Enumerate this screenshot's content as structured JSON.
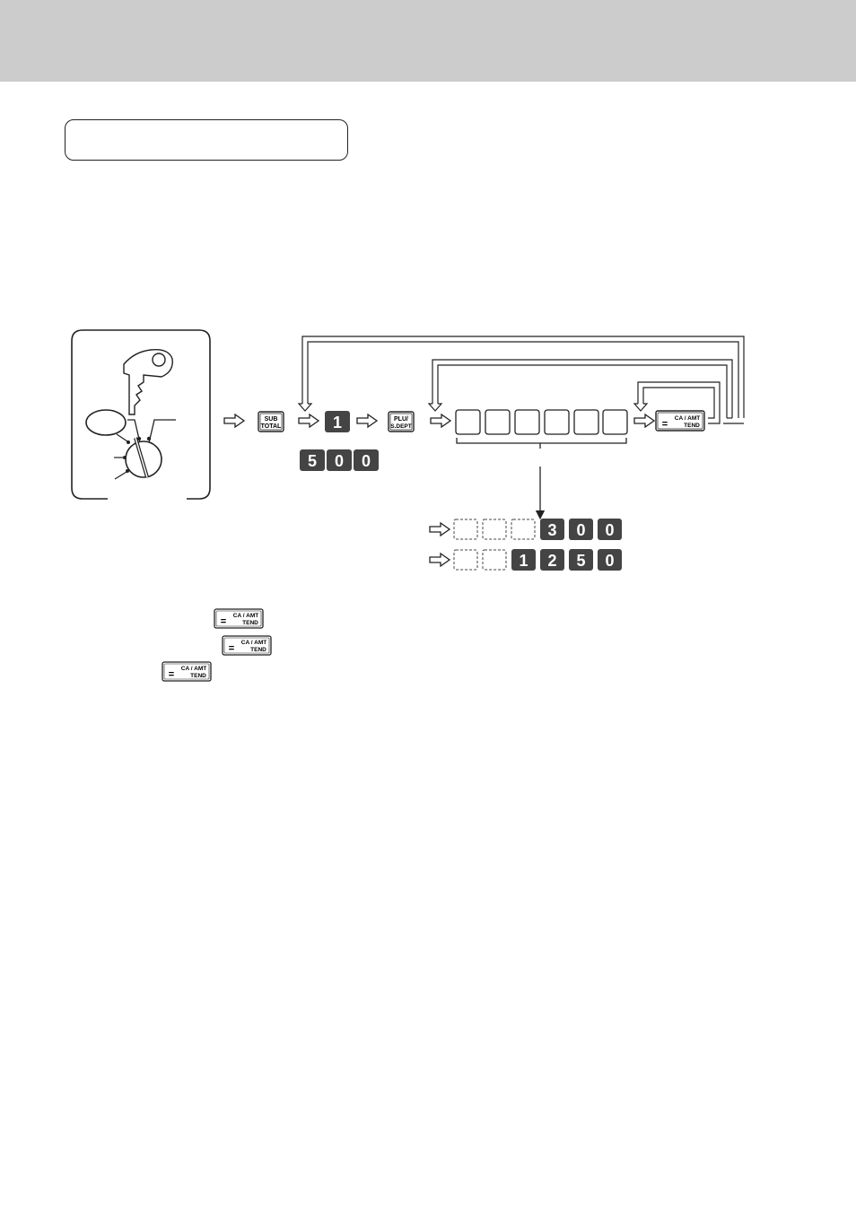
{
  "page": {
    "header_band_color": "#cccccc",
    "title_box_text": ""
  },
  "keys": {
    "sub_total": [
      "SUB",
      "TOTAL"
    ],
    "plu_sdept": [
      "PLU/",
      "S.DEPT"
    ],
    "ca_amt_tend": {
      "eq": "=",
      "top": "CA / AMT",
      "bottom": "TEND"
    }
  },
  "numeric_keys": {
    "quantity": "1",
    "price": [
      "5",
      "0",
      "0"
    ],
    "example_1": [
      "3",
      "0",
      "0"
    ],
    "example_2": [
      "1",
      "2",
      "5",
      "0"
    ]
  },
  "colors": {
    "numeric_key_fill": "#444444",
    "numeric_key_text": "#ffffff",
    "line": "#222222"
  }
}
